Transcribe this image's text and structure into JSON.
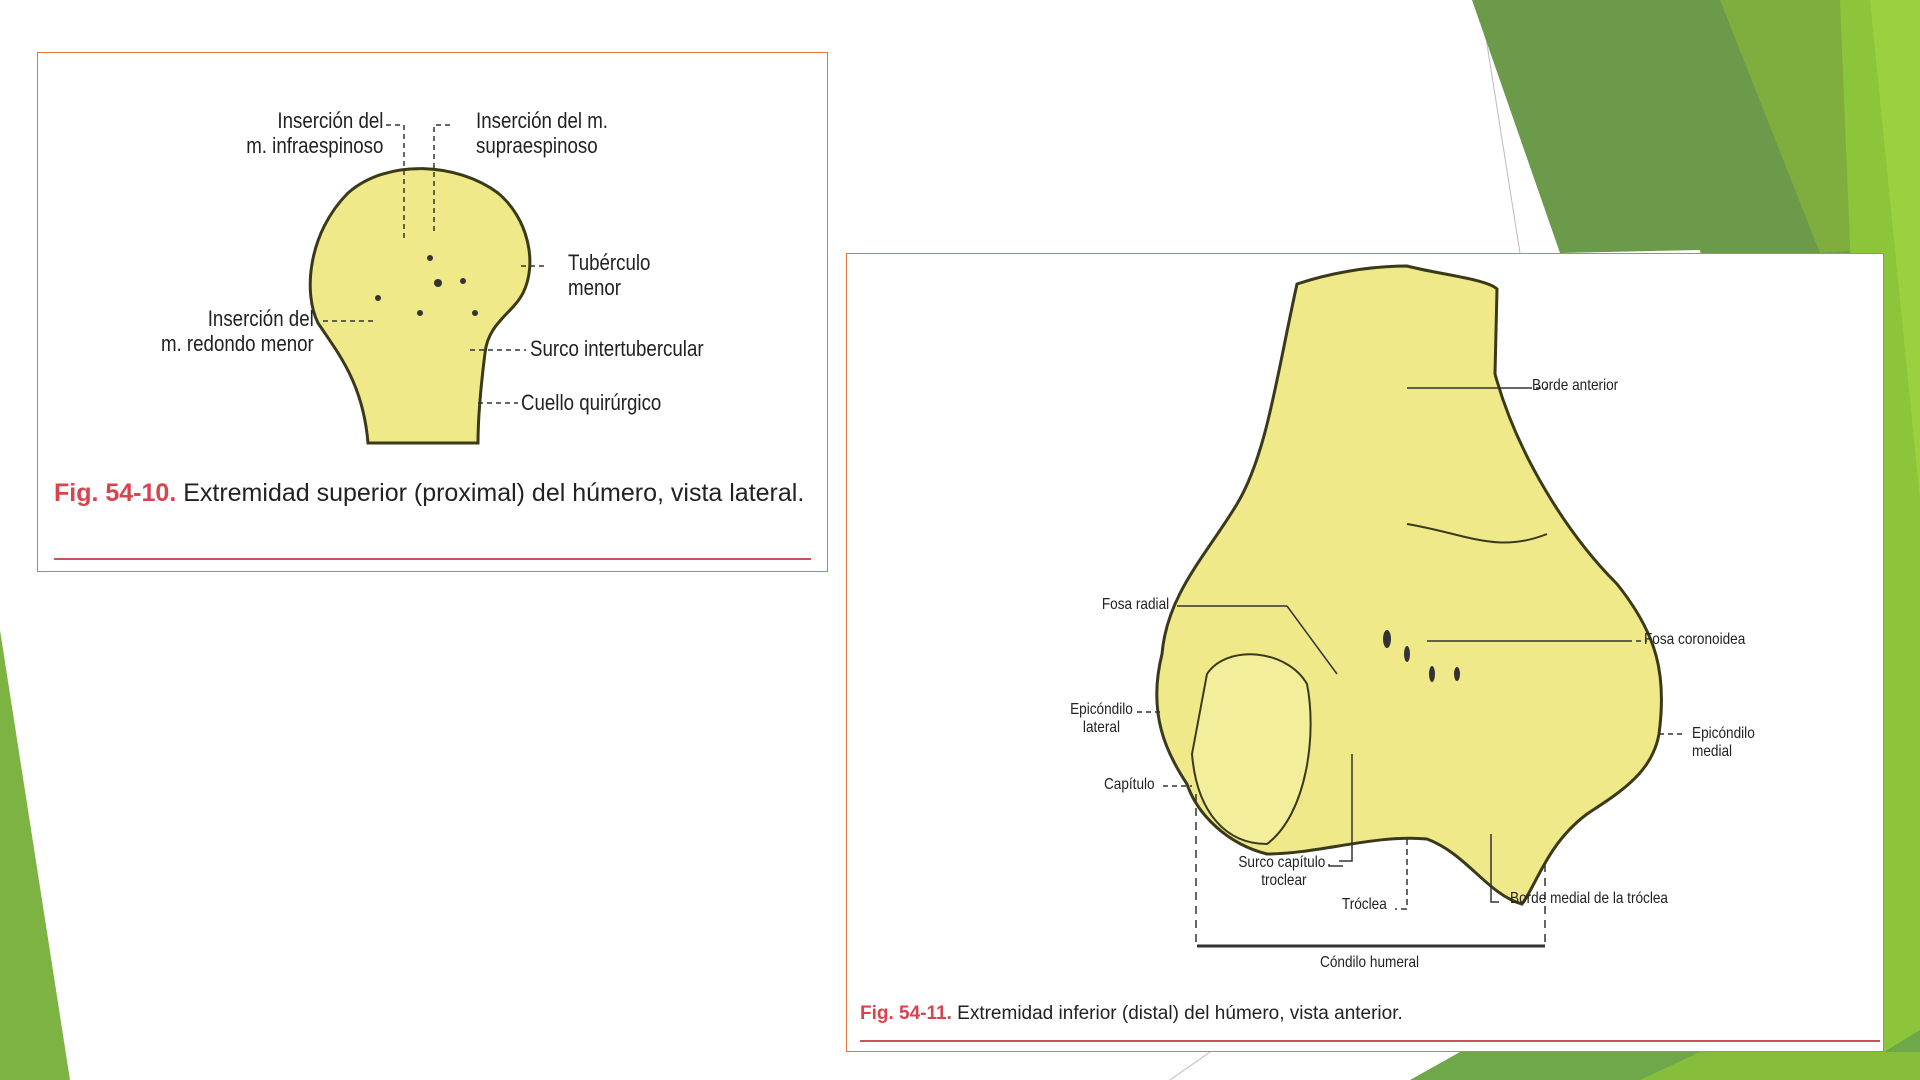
{
  "colors": {
    "accent_green": "#7cb342",
    "dark_green": "#5f9a3c",
    "border": "#e07a3a",
    "fig_red": "#d9434e",
    "bone": "#efe98a"
  },
  "figure1": {
    "labels": {
      "infraespinoso": [
        "Inserción del",
        "m. infraespinoso"
      ],
      "supraespinoso": [
        "Inserción del m.",
        "supraespinoso"
      ],
      "tuberculo_menor": [
        "Tubérculo",
        "menor"
      ],
      "redondo_menor": [
        "Inserción del",
        "m. redondo menor"
      ],
      "surco": "Surco intertubercular",
      "cuello": "Cuello quirúrgico"
    },
    "caption_fig": "Fig. 54-10.",
    "caption_text": " Extremidad superior (proximal) del húmero, vista lateral."
  },
  "figure2": {
    "labels": {
      "borde_anterior": "Borde anterior",
      "fosa_radial": "Fosa radial",
      "fosa_coronoidea": "Fosa coronoidea",
      "epicondilo_lateral": [
        "Epicóndilo",
        "lateral"
      ],
      "epicondilo_medial": [
        "Epicóndilo",
        "medial"
      ],
      "capitulo": "Capítulo",
      "surco_capitulo": [
        "Surco capítulo",
        "troclear"
      ],
      "troclea": "Tróclea",
      "borde_medial": "Borde medial de la tróclea",
      "condilo": "Cóndilo humeral"
    },
    "caption_fig": "Fig. 54-11.",
    "caption_text": " Extremidad inferior (distal) del húmero, vista anterior."
  }
}
